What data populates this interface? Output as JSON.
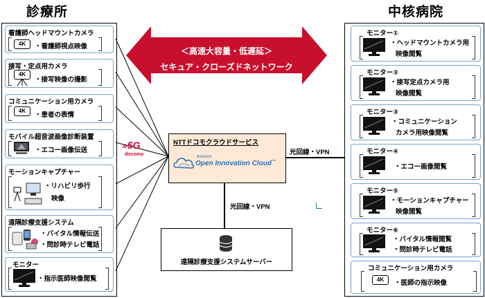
{
  "left_title": "診療所",
  "right_title": "中核病院",
  "arrow": {
    "line1": "＜高速大容量・低遅延＞",
    "line2": "セキュア・クローズドネットワーク",
    "color": "#c8102e"
  },
  "fiveg": {
    "label": "5G",
    "brand": "docomo",
    "color": "#cc0033"
  },
  "cloud": {
    "title": "NTTドコモクラウドサービス",
    "logo_small": "docomo",
    "logo_text": "Open Innovation Cloud",
    "tm": "™"
  },
  "link_right": "光回線・VPN",
  "link_down": "光回線・VPN",
  "server": {
    "label": "遠隔診療支援システムサーバー"
  },
  "clinic": [
    {
      "title": "看護師ヘッドマウントカメラ",
      "icon": "4k-camera-icon",
      "cam": "4K",
      "lines": [
        "・看護師視点映像"
      ]
    },
    {
      "title": "接写・定点用カメラ",
      "icon": "tripod-camera-icon",
      "cam": "4K",
      "lines": [
        "・接写映像の撮影"
      ]
    },
    {
      "title": "コミュニケーション用カメラ",
      "icon": "4k-camera-icon",
      "cam": "4K",
      "lines": [
        "・患者の表情"
      ]
    },
    {
      "title": "モバイル超音波画像診断装置",
      "icon": "ultrasound-device-icon",
      "lines": [
        "・エコー画像伝送"
      ]
    },
    {
      "title": "モーションキャプチャー",
      "icon": "motion-capture-icon",
      "lines": [
        "・リハビリ歩行",
        "映像"
      ]
    },
    {
      "title": "遠隔診療支援システム",
      "icon": "medical-devices-icon",
      "lines": [
        "・バイタル情報伝送",
        "・問診時テレビ電話"
      ]
    },
    {
      "title": "モニター",
      "icon": "monitor-icon",
      "lines": [
        "・指示医師映像閲覧"
      ]
    }
  ],
  "hospital": [
    {
      "title": "モニター①",
      "lines": [
        "・ヘッドマウントカメラ用",
        "映像閲覧"
      ]
    },
    {
      "title": "モニター②",
      "lines": [
        "・接写定点カメラ用",
        "映像閲覧"
      ]
    },
    {
      "title": "モニター③",
      "lines": [
        "・コミュニケーション",
        "カメラ用映像閲覧"
      ]
    },
    {
      "title": "モニター④",
      "lines": [
        "・エコー画像閲覧"
      ]
    },
    {
      "title": "モニター⑤",
      "lines": [
        "・モーションキャプチャー",
        "映像閲覧"
      ]
    },
    {
      "title": "モニター⑥",
      "lines": [
        "・バイタル情報閲覧",
        "・問診時テレビ電話"
      ]
    },
    {
      "title": "コミュニケーション用カメラ",
      "cam": "4K",
      "lines": [
        "・医師の指示映像"
      ]
    }
  ]
}
